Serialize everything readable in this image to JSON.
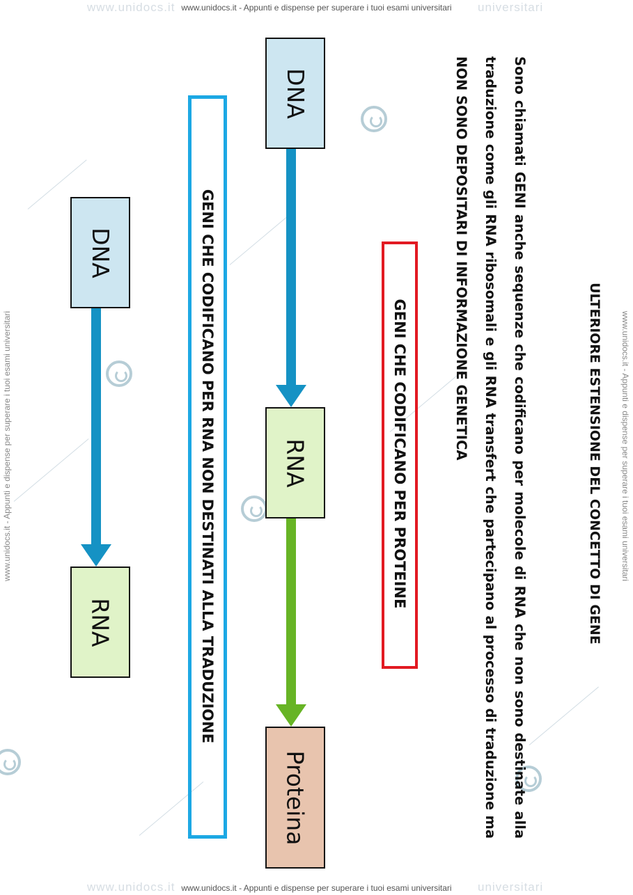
{
  "watermark": {
    "footer_text": "www.unidocs.it - Appunti e dispense per superare i tuoi esami universitari",
    "faint_site": "www.unidocs.it",
    "faint_word": "universitari"
  },
  "title": "ULTERIORE ESTENSIONE DEL CONCETTO DI GENE",
  "paragraph": "Sono chiamati GENI anche sequenze che codificano per molecole di RNA che non sono destinate alla traduzione come gli RNA ribosomali e gli RNA transfert che partecipano al processo di traduzione ma NON SONO DEPOSITARI DI INFORMAZIONE GENETICA",
  "protein_genes": {
    "label": "GENI CHE CODIFICANO PER PROTEINE",
    "nodes": [
      "DNA",
      "RNA",
      "Proteina"
    ]
  },
  "rna_genes": {
    "label": "GENI CHE CODIFICANO PER RNA NON DESTINATI ALLA TRADUZIONE",
    "nodes": [
      "DNA",
      "RNA"
    ]
  },
  "colors": {
    "dna_box": "#cde6f1",
    "rna_box": "#e0f3c8",
    "protein_box": "#e8c4ae",
    "blue_arrow": "#1592c4",
    "green_arrow": "#67b425",
    "red_frame": "#e21a22",
    "blue_frame": "#1ca8e4"
  }
}
